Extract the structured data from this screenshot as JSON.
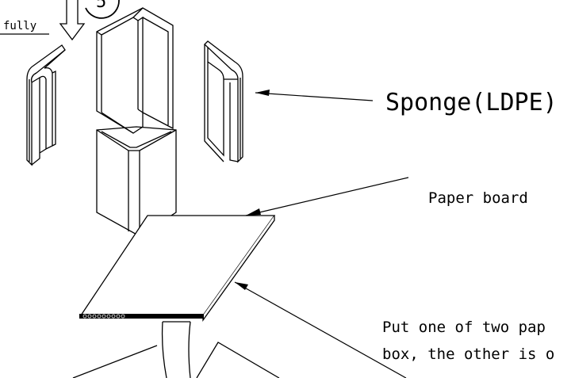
{
  "labels": {
    "fully": "fully",
    "step_number": "5",
    "sponge": "Sponge(LDPE)",
    "paper_board": "Paper board",
    "instruction_line1": "Put one of two pap",
    "instruction_line2": "box, the other is o"
  },
  "colors": {
    "ink": "#000000",
    "background": "#ffffff"
  }
}
